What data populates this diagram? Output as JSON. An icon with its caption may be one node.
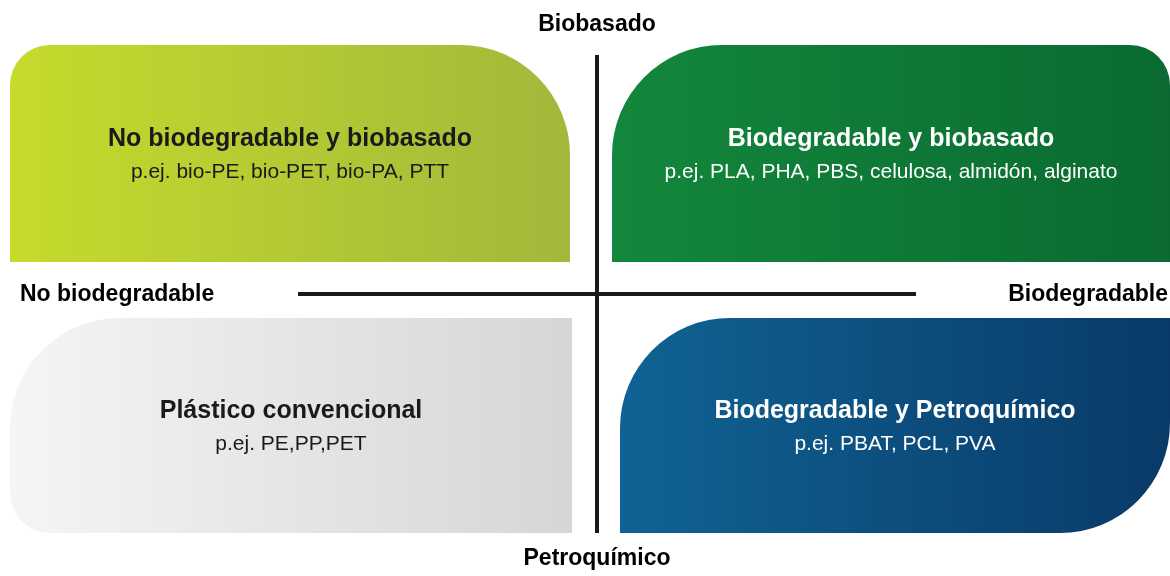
{
  "diagram": {
    "nodes": [
      {
        "text": [
          "No biodegradable y biobasado",
          "p.ej. bio-PE, bio-PET, bio-PA, PTT"
        ]
      },
      {
        "text": [
          "Biodegradable y biobasado",
          "p.ej. PLA, PHA, PBS, celulosa, almidón, alginato"
        ]
      },
      {
        "text": [
          "Plástico convencional",
          "p.ej. PE,PP,PET"
        ]
      },
      {
        "text": [
          "Biodegradable y Petroquímico",
          "p.ej. PBAT, PCL, PVA"
        ]
      }
    ],
    "labels": [
      "Biobasado",
      "No biodegradable",
      "Biodegradable",
      "Petroquímico"
    ]
  }
}
